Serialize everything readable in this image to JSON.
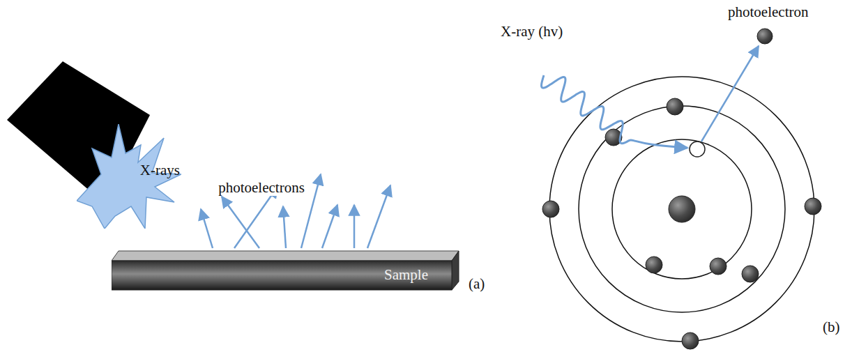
{
  "diagram": {
    "nodes": [
      {
        "text": [
          "X-rays"
        ]
      },
      {
        "text": [
          "Sample"
        ]
      }
    ],
    "labels": [
      "photoelectrons",
      "(a)",
      "X-ray (hv)",
      "photoelectron",
      "(b)"
    ]
  }
}
